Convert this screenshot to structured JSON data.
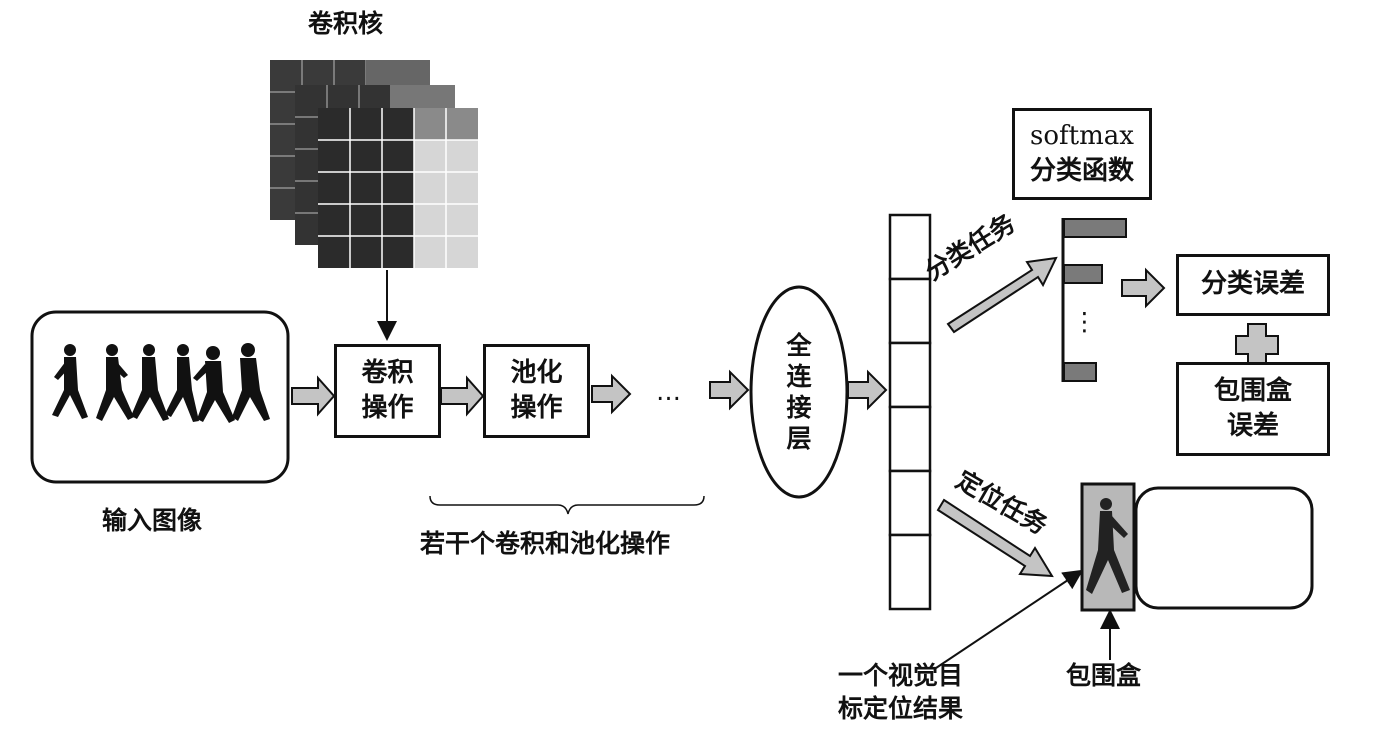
{
  "kernel_label": "卷积核",
  "input_label": "输入图像",
  "conv_op": [
    "卷积",
    "操作"
  ],
  "pool_op": [
    "池化",
    "操作"
  ],
  "ellipsis": "…",
  "repeat_label": "若干个卷积和池化操作",
  "fc_layer": [
    "全",
    "连",
    "接",
    "层"
  ],
  "softmax": [
    "softmax",
    "分类函数"
  ],
  "classify_task": "分类任务",
  "locate_task": "定位任务",
  "class_error": "分类误差",
  "plus": "+",
  "bbox_error": [
    "包围盒",
    "误差"
  ],
  "target_result": [
    "一个视觉目",
    "标定位结果"
  ],
  "bbox_label": "包围盒",
  "vertical_dots": "⋮",
  "colors": {
    "line": "#111111",
    "arrow_fill": "#c4c4c4",
    "dark_cell": "#2b2b2b",
    "light_cell": "#d6d6d6",
    "bar": "#7a7a7a"
  }
}
